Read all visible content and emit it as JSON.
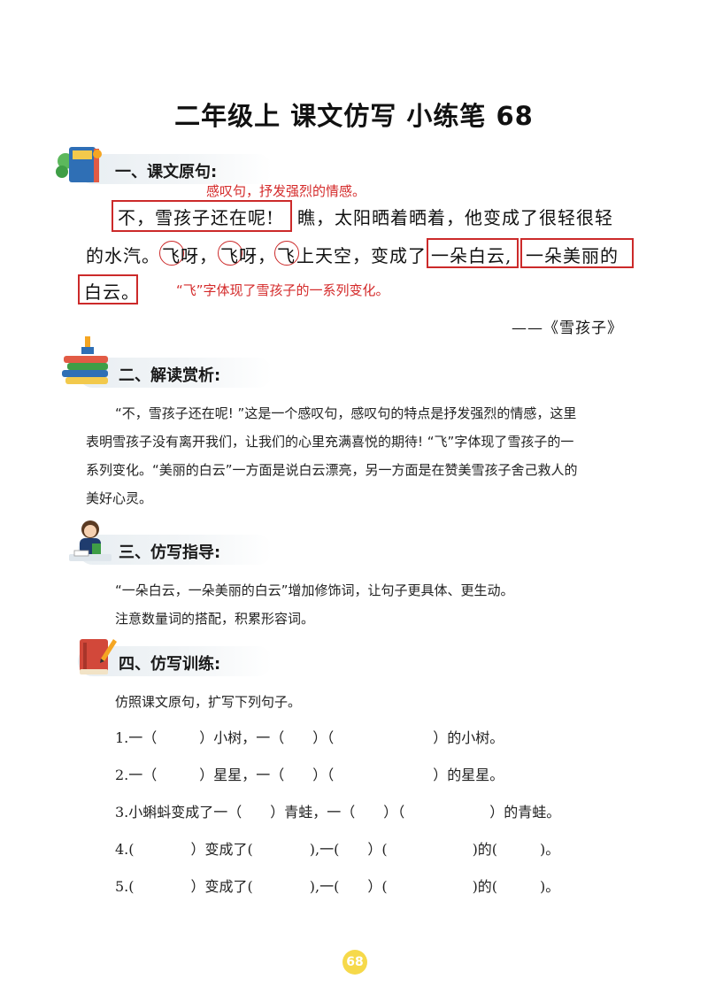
{
  "title": "二年级上  课文仿写  小练笔 68",
  "sections": {
    "s1": {
      "label": "一、课文原句:",
      "icon": "books-icon"
    },
    "s2": {
      "label": "二、解读赏析:",
      "icon": "book-stack-icon"
    },
    "s3": {
      "label": "三、仿写指导:",
      "icon": "teacher-icon"
    },
    "s4": {
      "label": "四、仿写训练:",
      "icon": "notebook-icon"
    }
  },
  "original": {
    "note_top": "感叹句，抒发强烈的情感。",
    "line1_boxed": "不，雪孩子还在呢!",
    "line1_rest": "瞧，太阳晒着晒着，他变成了很轻很轻",
    "line2_a": "的水汽。",
    "fei": "飞",
    "ya1": "呀，",
    "ya2": "呀，",
    "line2_c": "上天空，变成了",
    "box_a": "一朵白云,",
    "box_b": "一朵美丽的",
    "line3_boxed": "白云。",
    "note_side": "“飞”字体现了雪孩子的一系列变化。",
    "source": "——《雪孩子》"
  },
  "analysis": {
    "lines": [
      "“不，雪孩子还在呢! ”这是一个感叹句，感叹句的特点是抒发强烈的情感，这里",
      "表明雪孩子没有离开我们，让我们的心里充满喜悦的期待!  “飞”字体现了雪孩子的一",
      "系列变化。“美丽的白云”一方面是说白云漂亮，另一方面是在赞美雪孩子舍己救人的",
      "美好心灵。"
    ]
  },
  "guide": {
    "lines": [
      "“一朵白云，一朵美丽的白云”增加修饰词，让句子更具体、更生动。",
      "注意数量词的搭配，积累形容词。"
    ]
  },
  "practice": {
    "intro": "仿照课文原句，扩写下列句子。",
    "items": [
      "1.一（　　　）小树，一（　　）（　　　　　　　）的小树。",
      "2.一（　　　）星星，一（　　）（　　　　　　　）的星星。",
      "3.小蝌蚪变成了一（　　）青蛙，一（　　）（　　　　　　）的青蛙。",
      "4.(　　　　）变成了(　　　　),一(　　）(　　　　　　)的(　　　)。",
      "5.(　　　　）变成了(　　　　),一(　　）(　　　　　　)的(　　　)。"
    ]
  },
  "page_number": "68",
  "colors": {
    "accent_red": "#cc2a2a",
    "page_badge": "#f6d94a"
  }
}
